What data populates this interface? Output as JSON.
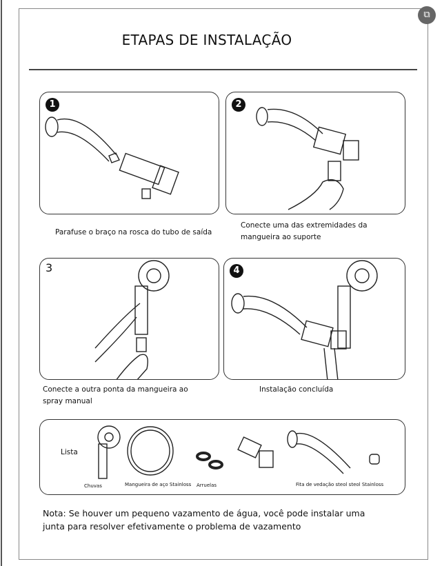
{
  "title": "ETAPAS DE INSTALAÇÃO",
  "steps": [
    {
      "number": "1",
      "caption": "Parafuse o braço na rosca do tubo de saída"
    },
    {
      "number": "2",
      "caption": "Conecte uma das extremidades da mangueira ao suporte"
    },
    {
      "number": "3",
      "caption": "Conecte a outra ponta da mangueira ao spray manual"
    },
    {
      "number": "4",
      "caption": "Instalação concluída"
    }
  ],
  "list": {
    "label": "Lista",
    "items": [
      "Chuvas",
      "Mangueira de aço Stainloss",
      "Arruelas",
      "Fita de vedação steol steol Stainloss"
    ]
  },
  "note": "Nota: Se houver um pequeno vazamento de água, você pode instalar uma junta para resolver efetivamente o problema de vazamento",
  "icons": {
    "corner": "image-translate-icon"
  }
}
